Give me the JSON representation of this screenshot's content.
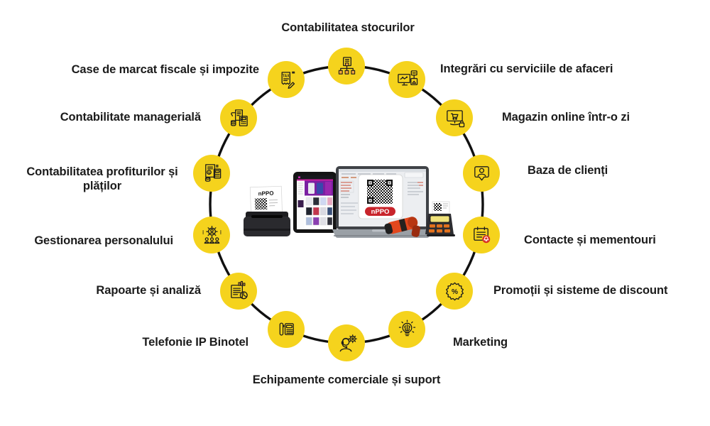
{
  "diagram_title": "nPPO ecosystem features wheel",
  "center": {
    "brand": "nPPO"
  },
  "colors": {
    "accent_yellow": "#f5d31d",
    "ring_line": "#101010",
    "brand_red": "#c8242b",
    "icon_stroke": "#1c1c1c",
    "icon_accent_orange": "#f0a23c",
    "alert_red": "#d93025"
  },
  "nodes": [
    {
      "label": "Contabilitatea stocurilor",
      "icon": "inventory-hierarchy-icon"
    },
    {
      "label": "Integrări cu serviciile de afaceri",
      "icon": "integrations-icon"
    },
    {
      "label": "Magazin online într-o zi",
      "icon": "online-store-icon"
    },
    {
      "label": "Baza de clienți",
      "icon": "client-base-icon"
    },
    {
      "label": "Contacte și mementouri",
      "icon": "contacts-reminders-icon"
    },
    {
      "label": "Promoții și sisteme de discount",
      "icon": "discount-percent-icon"
    },
    {
      "label": "Marketing",
      "icon": "marketing-idea-icon"
    },
    {
      "label": "Echipamente comerciale și suport",
      "icon": "support-agent-icon"
    },
    {
      "label": "Telefonie IP Binotel",
      "icon": "ip-phone-icon"
    },
    {
      "label": "Rapoarte și analiză",
      "icon": "reports-analytics-icon"
    },
    {
      "label": "Gestionarea personalului",
      "icon": "staff-management-icon"
    },
    {
      "label": "Contabilitatea profiturilor și plăților",
      "icon": "profit-accounting-icon"
    },
    {
      "label": "Contabilitate managerială",
      "icon": "managerial-accounting-icon"
    },
    {
      "label": "Case de marcat fiscale și impozite",
      "icon": "fiscal-tax-icon"
    }
  ],
  "center_devices": [
    "receipt-printer",
    "tablet-online-store",
    "laptop-pos-software",
    "barcode-scanner",
    "mobile-pos-terminal"
  ]
}
